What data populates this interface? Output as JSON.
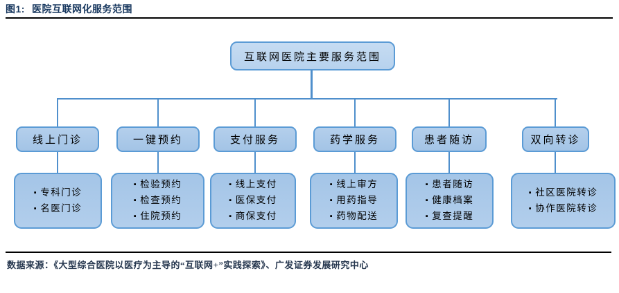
{
  "title": {
    "tag": "图1:",
    "text": "医院互联网化服务范围"
  },
  "diagram": {
    "root": "互联网医院主要服务范围",
    "branches": [
      {
        "label": "线上门诊",
        "items": [
          "专科门诊",
          "名医门诊"
        ]
      },
      {
        "label": "一键预约",
        "items": [
          "检验预约",
          "检查预约",
          "住院预约"
        ]
      },
      {
        "label": "支付服务",
        "items": [
          "线上支付",
          "医保支付",
          "商保支付"
        ]
      },
      {
        "label": "药学服务",
        "items": [
          "线上审方",
          "用药指导",
          "药物配送"
        ]
      },
      {
        "label": "患者随访",
        "items": [
          "患者随访",
          "健康档案",
          "复查提醒"
        ]
      },
      {
        "label": "双向转诊",
        "items": [
          "社区医院转诊",
          "协作医院转诊"
        ]
      }
    ]
  },
  "source": {
    "text": "数据来源：《大型综合医院以医疗为主导的“互联网+”实践探索》、广发证券发展研究中心"
  },
  "colors": {
    "title": "#17375E",
    "box_border": "#5B9BD5",
    "box_fill_light": "#BDD7EE",
    "box_fill_mid": "#A9C9E8",
    "connector": "#4F8FCC"
  }
}
